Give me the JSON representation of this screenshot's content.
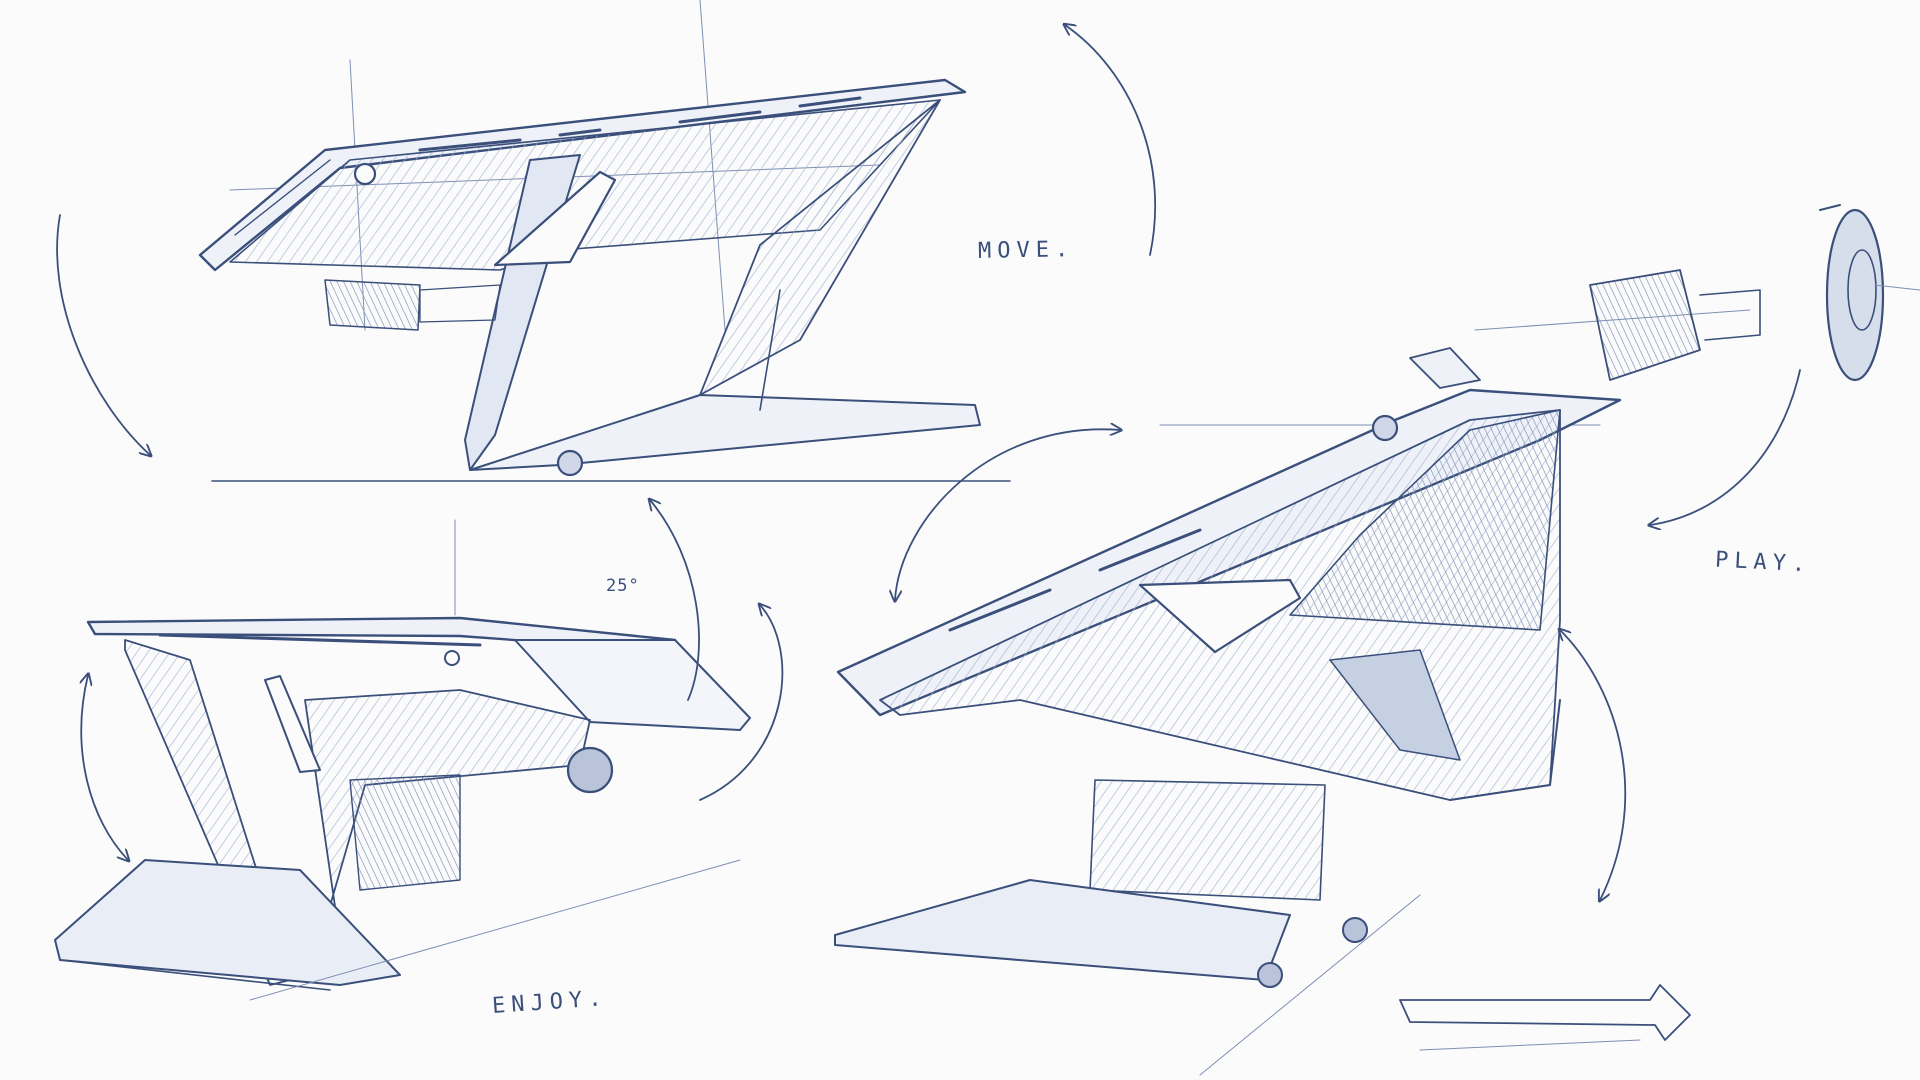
{
  "labels": {
    "move": "MOVE.",
    "play": "PLAY.",
    "enjoy": "ENJOY.",
    "angle": "25°"
  },
  "colors": {
    "paper": "#fbfbfc",
    "pencil": "#3a4f7a",
    "pencil_light": "#7d8fb3",
    "shade": "#b9c3da"
  }
}
